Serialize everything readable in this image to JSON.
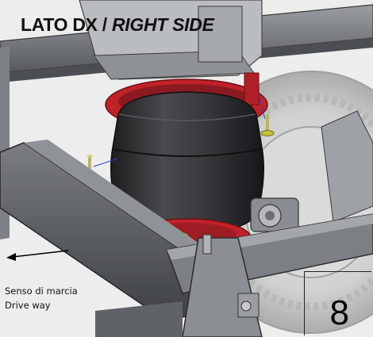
{
  "title": {
    "main": "LATO DX /",
    "italic": "RIGHT SIDE"
  },
  "direction": {
    "line1": "Senso di marcia",
    "line2": "Drive way"
  },
  "page_number": "8",
  "colors": {
    "bracket_red": "#c0222a",
    "bellows_dark": "#2c2c2e",
    "frame_grey": "#6b6e72",
    "bolt_yellow": "#c9c23c"
  }
}
